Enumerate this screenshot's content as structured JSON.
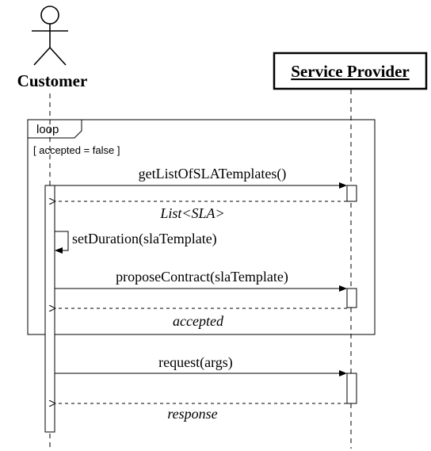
{
  "participants": {
    "customer": "Customer",
    "provider": "Service Provider"
  },
  "loop_frame": {
    "keyword": "loop",
    "guard": "[ accepted = false ]"
  },
  "messages": {
    "m1": "getListOfSLATemplates()",
    "r1": "List<SLA>",
    "m2": "setDuration(slaTemplate)",
    "m3": "proposeContract(slaTemplate)",
    "r3": "accepted",
    "m4": "request(args)",
    "r4": "response"
  }
}
